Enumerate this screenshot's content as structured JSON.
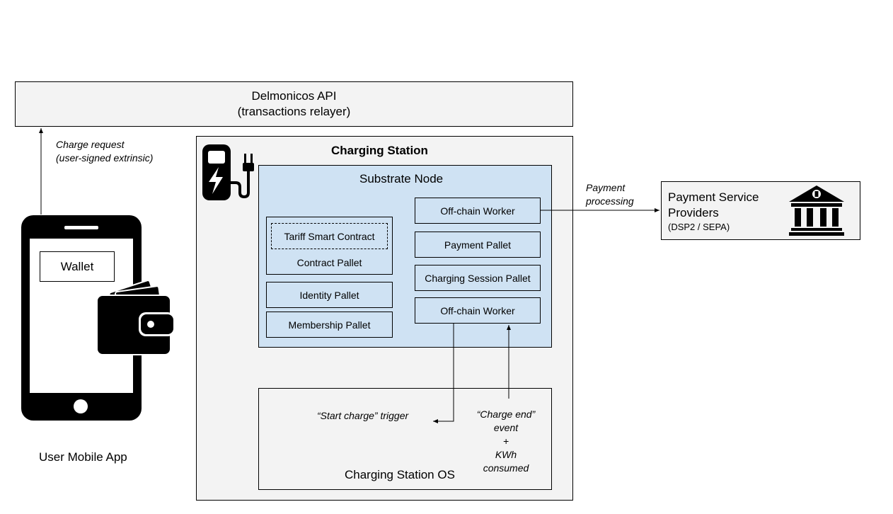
{
  "api": {
    "title": "Delmonicos API",
    "subtitle": "(transactions relayer)"
  },
  "charge_request": {
    "line1": "Charge request",
    "line2": "(user-signed extrinsic)"
  },
  "mobile": {
    "wallet_label": "Wallet",
    "app_label": "User Mobile App"
  },
  "station": {
    "title": "Charging Station",
    "node": {
      "title": "Substrate Node",
      "tariff_contract": "Tariff Smart Contract",
      "contract_pallet": "Contract Pallet",
      "identity_pallet": "Identity Pallet",
      "membership_pallet": "Membership Pallet",
      "offchain_worker_top": "Off-chain Worker",
      "payment_pallet": "Payment Pallet",
      "charging_session_pallet": "Charging Session Pallet",
      "offchain_worker_bottom": "Off-chain Worker"
    },
    "os": {
      "title": "Charging Station OS",
      "start_trigger": "“Start charge” trigger",
      "end_event_line1": "“Charge end”",
      "end_event_line2": "event",
      "end_event_line3": "+",
      "end_event_line4": "KWh",
      "end_event_line5": "consumed"
    }
  },
  "payment_processing": {
    "line1": "Payment",
    "line2": "processing"
  },
  "psp": {
    "line1": "Payment Service",
    "line2": "Providers",
    "line3": "(DSP2 / SEPA)"
  },
  "icons": [
    "phone-icon",
    "wallet-icon",
    "ev-charger-icon",
    "bank-icon"
  ],
  "colors": {
    "grey_box": "#f3f3f3",
    "substrate_node": "#cfe2f3",
    "stroke": "#000000"
  }
}
